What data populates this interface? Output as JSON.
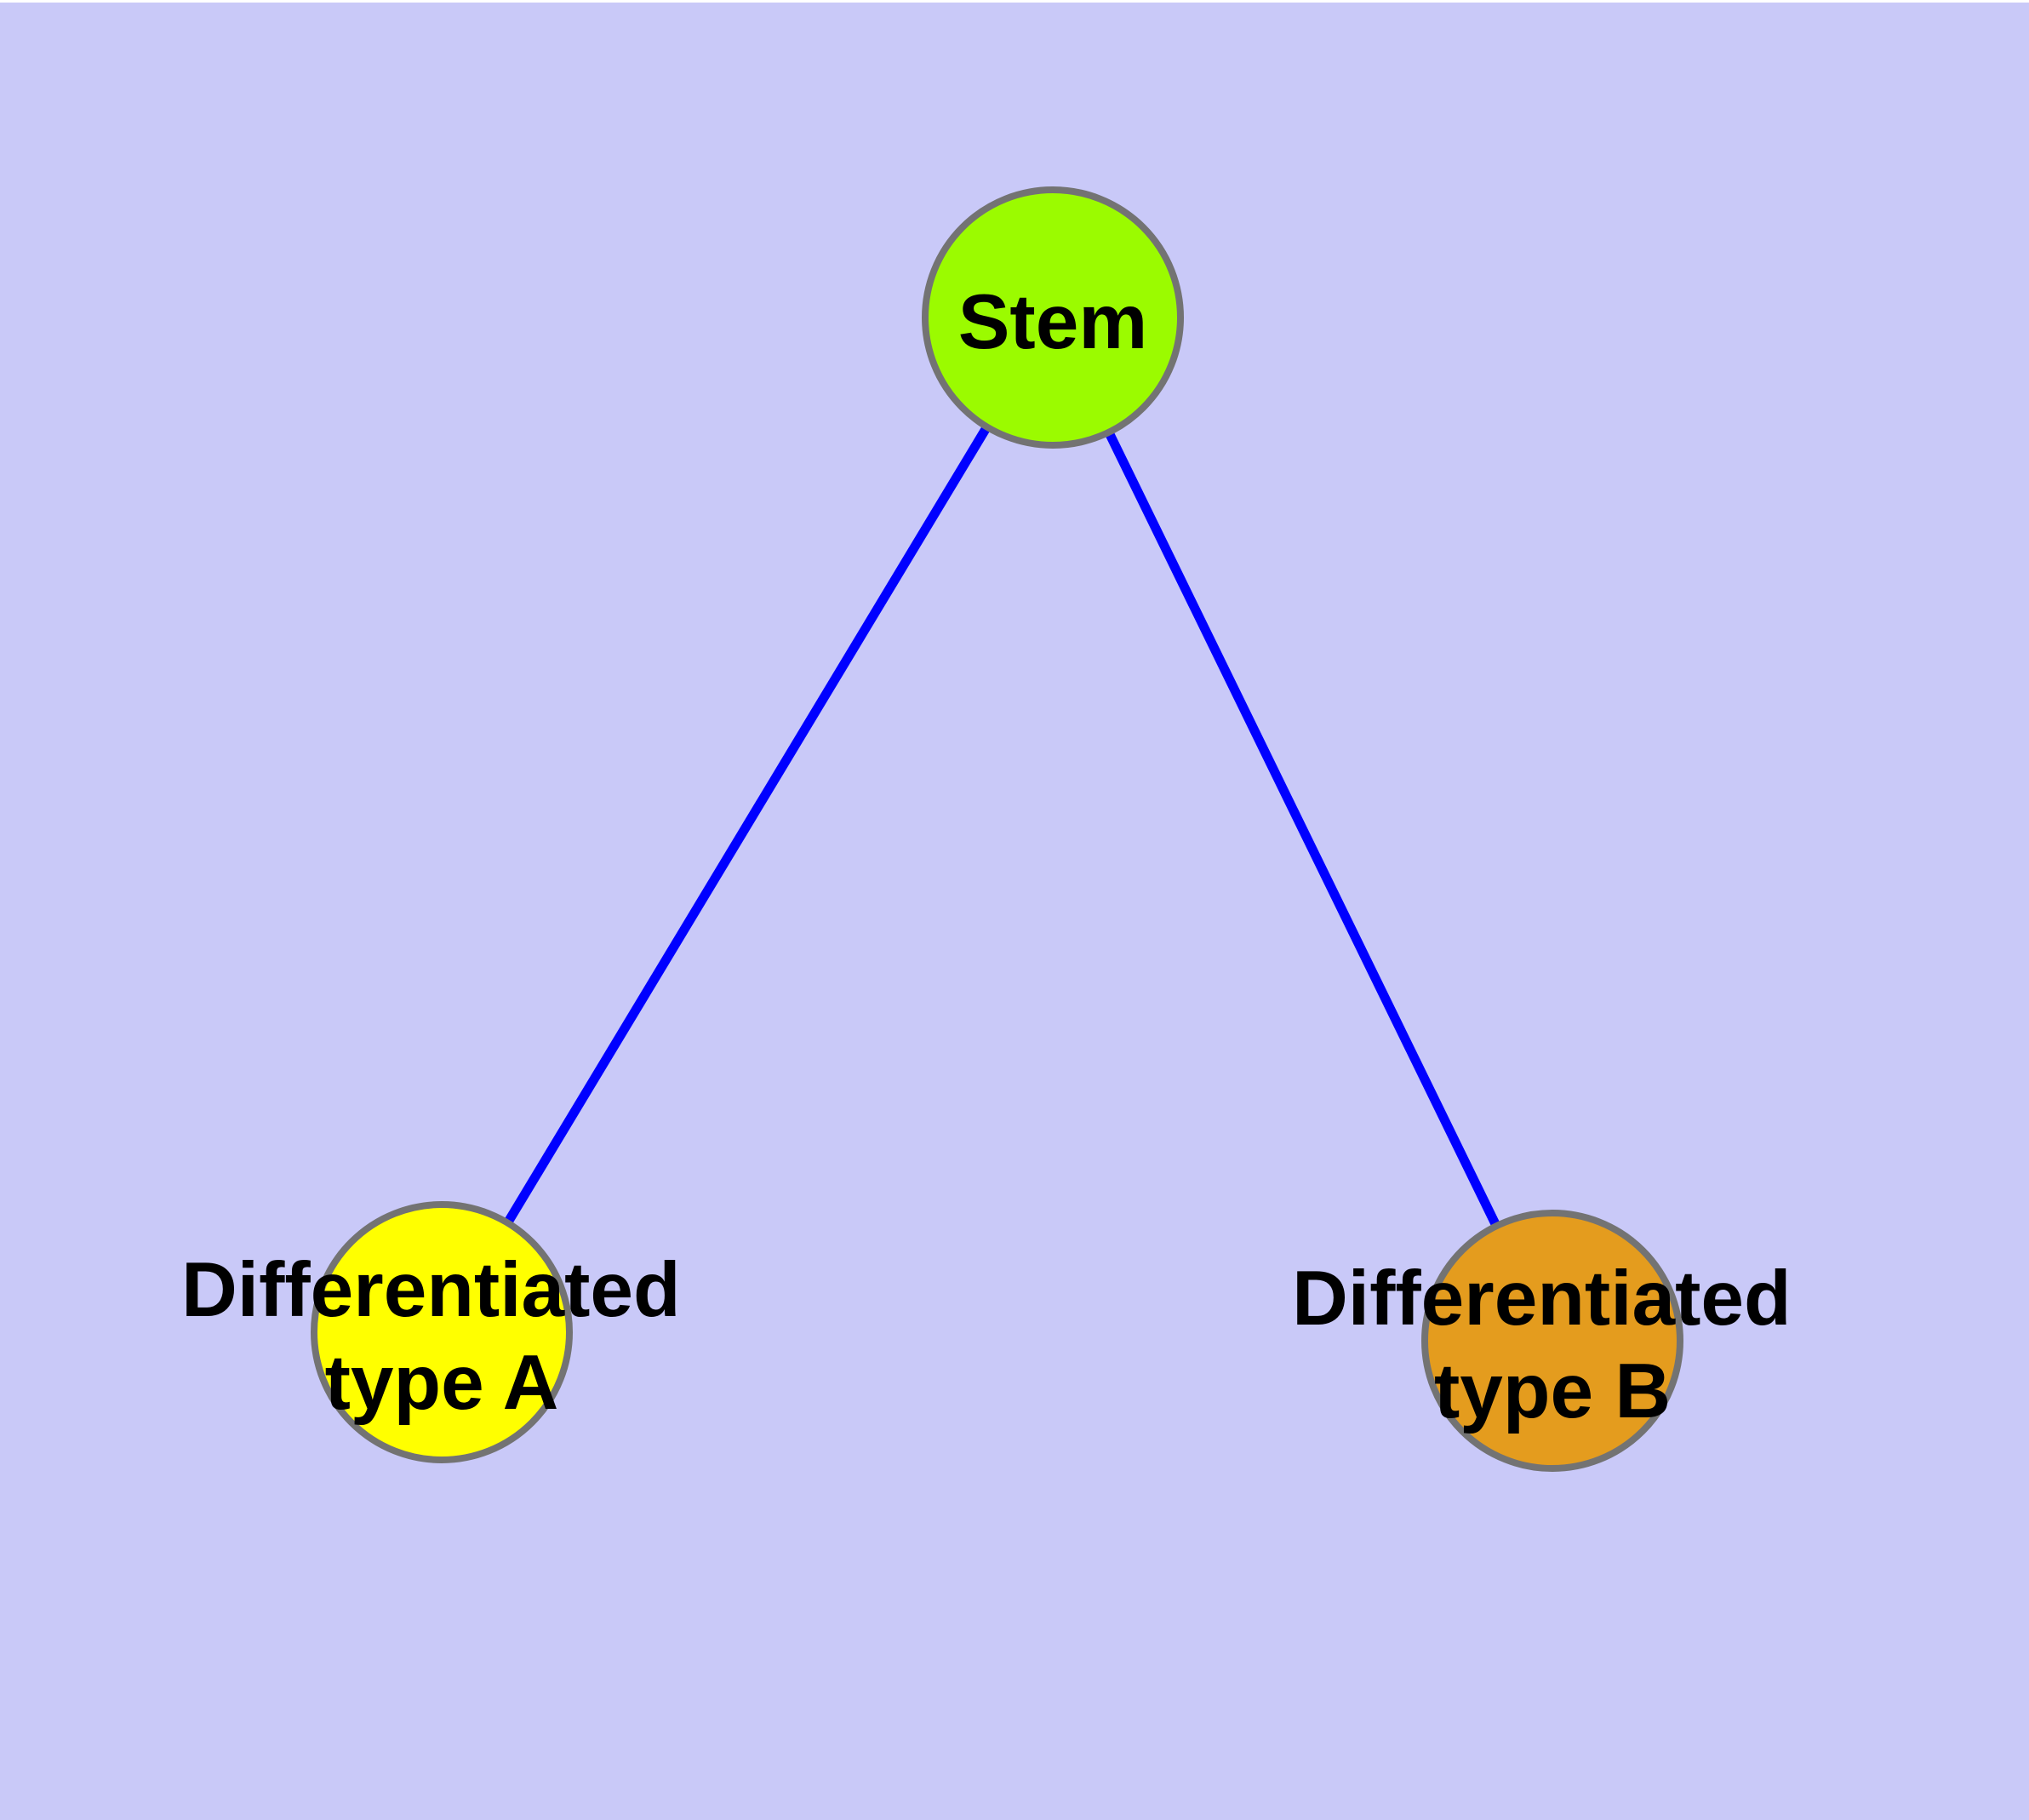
{
  "canvas": {
    "background": "#C9C9F8",
    "top_border_color": "#FFFFFF"
  },
  "graph": {
    "label_color": "#000000",
    "node_border_color": "#737373",
    "nodes": [
      {
        "id": "stem",
        "label": "Stem",
        "label_lines": [
          "Stem"
        ],
        "fill": "#9BFB00"
      },
      {
        "id": "differentiated-type-a",
        "label": "Differentiated type A",
        "label_lines": [
          "Differentiated",
          "type A"
        ],
        "fill": "#FFFF00"
      },
      {
        "id": "differentiated-type-b",
        "label": "Differentiated type B",
        "label_lines": [
          "Differentiated",
          "type B"
        ],
        "fill": "#E49C1E"
      }
    ],
    "edges": [
      {
        "from": "stem",
        "to": "differentiated-type-a",
        "color": "#0000FF"
      },
      {
        "from": "stem",
        "to": "differentiated-type-b",
        "color": "#0000FF"
      }
    ]
  }
}
